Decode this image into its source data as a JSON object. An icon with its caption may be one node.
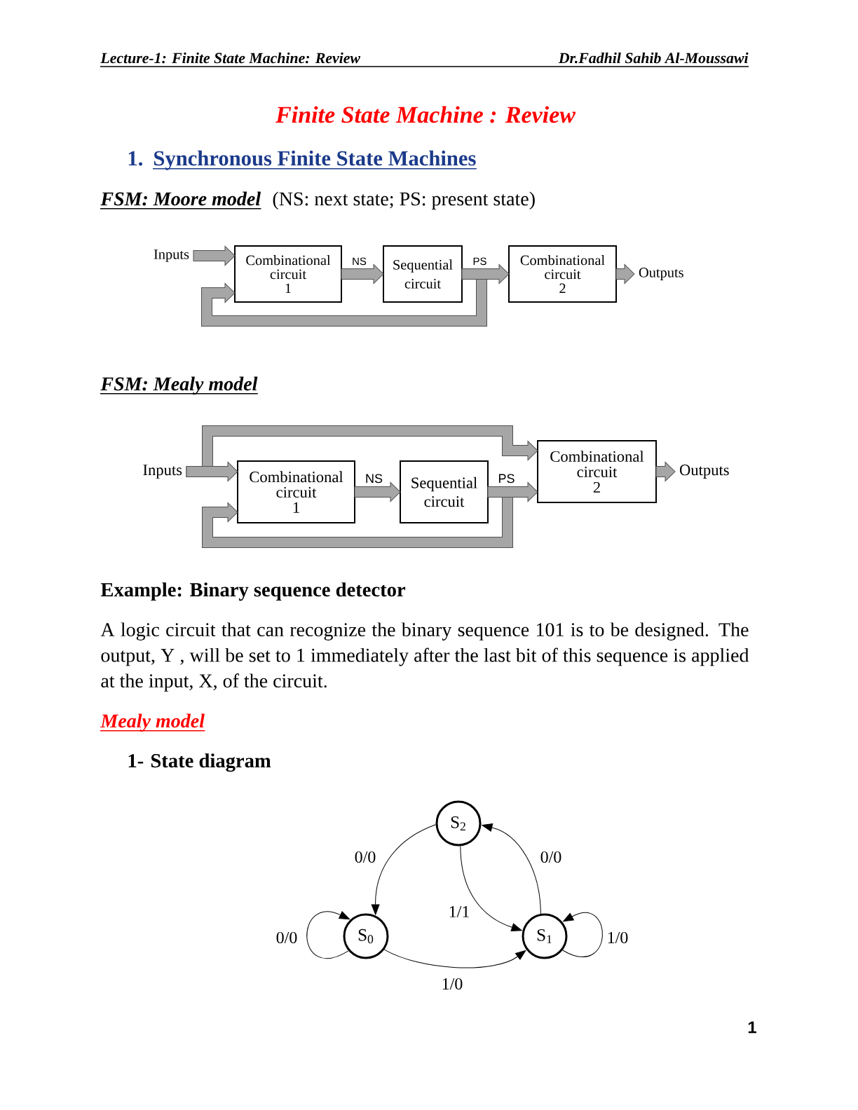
{
  "diagram": {
    "title": "Finite State Machine : Review",
    "nodes": [
      {
        "text": [
          "Inputs"
        ]
      },
      {
        "text": [
          "Combinational circuit 1"
        ]
      },
      {
        "text": [
          "Sequential circuit"
        ]
      },
      {
        "text": [
          "Combinational circuit 2"
        ]
      },
      {
        "text": [
          "Outputs"
        ]
      },
      {
        "text": [
          "Inputs"
        ]
      },
      {
        "text": [
          "Combinational circuit 1"
        ]
      },
      {
        "text": [
          "Sequential circuit"
        ]
      },
      {
        "text": [
          "Combinational circuit 2"
        ]
      },
      {
        "text": [
          "Outputs"
        ]
      },
      {
        "text": [
          "S$_{2}$"
        ]
      },
      {
        "text": [
          "S$_{0}$"
        ]
      },
      {
        "text": [
          "S$_{1}$"
        ]
      }
    ],
    "edges": [
      {
        "from": 0,
        "to": 1,
        "arrow": "to",
        "style": "thick"
      },
      {
        "from": 1,
        "to": 2,
        "arrow": "to",
        "label": "NS",
        "style": "thick"
      },
      {
        "from": 2,
        "to": 3,
        "arrow": "to",
        "label": "PS",
        "style": "thick"
      },
      {
        "from": 2,
        "to": 1,
        "arrow": "to",
        "style": "thick"
      },
      {
        "from": 3,
        "to": 4,
        "arrow": "to",
        "style": "thick"
      },
      {
        "from": 5,
        "to": 6,
        "arrow": "to",
        "style": "thick"
      },
      {
        "from": 5,
        "to": 8,
        "arrow": "to",
        "style": "thick"
      },
      {
        "from": 6,
        "to": 7,
        "arrow": "to",
        "label": "NS",
        "style": "thick"
      },
      {
        "from": 7,
        "to": 8,
        "arrow": "to",
        "label": "PS",
        "style": "thick"
      },
      {
        "from": 7,
        "to": 6,
        "arrow": "to",
        "style": "thick"
      },
      {
        "from": 8,
        "to": 9,
        "arrow": "to",
        "style": "thick"
      },
      {
        "from": 10,
        "to": 11,
        "arrow": "to",
        "label": "0/0"
      },
      {
        "from": 12,
        "to": 10,
        "arrow": "to",
        "label": "0/0"
      },
      {
        "from": 10,
        "to": 12,
        "arrow": "to",
        "label": "1/1"
      },
      {
        "from": 11,
        "to": 11,
        "arrow": "to",
        "label": "0/0"
      },
      {
        "from": 12,
        "to": 12,
        "arrow": "to",
        "label": "1/0"
      },
      {
        "from": 11,
        "to": 12,
        "arrow": "to",
        "label": "1/0"
      }
    ],
    "labels": [
      "Lecture-1: Finite State Machine: Review",
      "Dr.Fadhil Sahib Al-Moussawi",
      "1.",
      "Synchronous Finite State Machines",
      "FSM: Moore model",
      "(NS: next state; PS: present state)",
      "FSM: Mealy model",
      "Example: Binary sequence detector",
      "A logic circuit that can recognize the binary sequence 101 is to be designed. The output, Y , will be set to 1 immediately after the last bit of this sequence is applied at the input, X, of the circuit.",
      "Mealy model",
      "1-",
      "State diagram",
      "1"
    ]
  }
}
